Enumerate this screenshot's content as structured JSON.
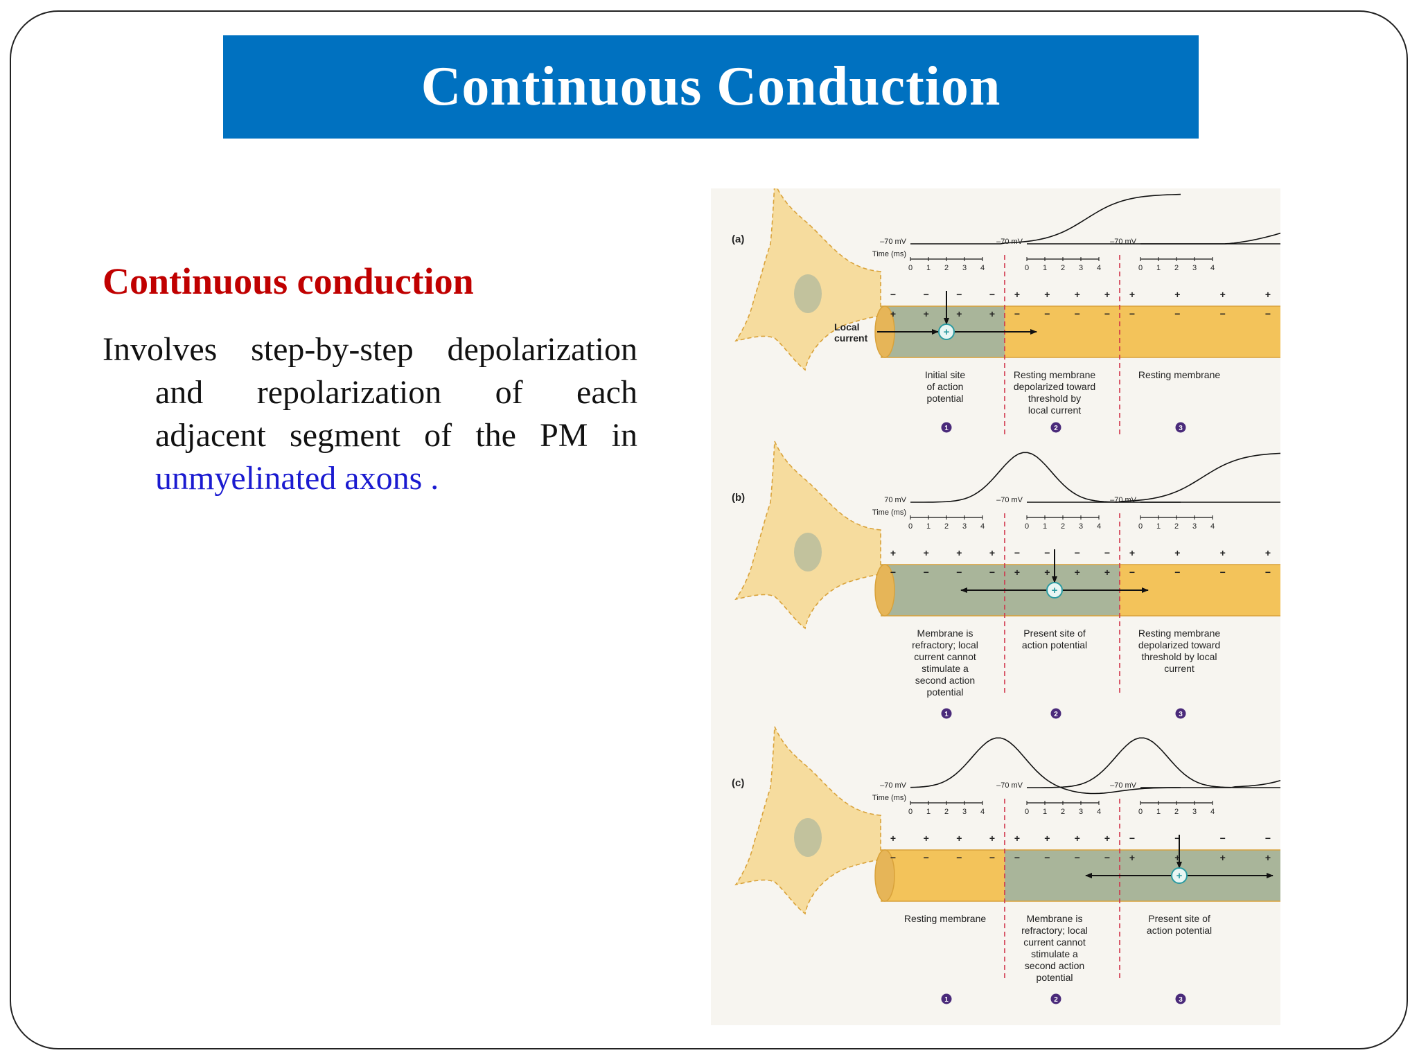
{
  "slide": {
    "title": "Continuous Conduction",
    "subheading": "Continuous conduction",
    "body": {
      "lines": [
        [
          "Involves",
          "step-by-step",
          "depolarization"
        ],
        [
          "and",
          "repolarization",
          "of",
          "each"
        ],
        [
          "adjacent",
          "segment",
          "of",
          "the",
          "PM",
          "in"
        ]
      ],
      "highlight": "unmyelinated axons .",
      "highlight_color": "#1a1ad0"
    }
  },
  "figure": {
    "time_label": "Time (ms)",
    "ticks": [
      "0",
      "1",
      "2",
      "3",
      "4"
    ],
    "local_current": [
      "Local",
      "current"
    ],
    "panels": [
      {
        "id": "(a)",
        "graphs": [
          {
            "label": "–70 mV",
            "trace": "rising"
          },
          {
            "label": "–70 mV",
            "trace": "onset"
          },
          {
            "label": "–70 mV",
            "trace": "flat"
          }
        ],
        "states": [
          "active",
          "resting",
          "resting"
        ],
        "captions": [
          [
            "Initial site",
            "of action",
            "potential"
          ],
          [
            "Resting membrane",
            "depolarized toward",
            "threshold by",
            "local current"
          ],
          [
            "Resting membrane"
          ]
        ],
        "steps": [
          "1",
          "2",
          "3"
        ]
      },
      {
        "id": "(b)",
        "graphs": [
          {
            "label": "70 mV",
            "trace": "spike"
          },
          {
            "label": "–70 mV",
            "trace": "rising"
          },
          {
            "label": "–70 mV",
            "trace": "onset"
          }
        ],
        "states": [
          "refractory",
          "active",
          "resting"
        ],
        "captions": [
          [
            "Membrane is",
            "refractory; local",
            "current cannot",
            "stimulate a",
            "second action",
            "potential"
          ],
          [
            "Present site of",
            "action potential"
          ],
          [
            "Resting membrane",
            "depolarized toward",
            "threshold by local",
            "current"
          ]
        ],
        "steps": [
          "1",
          "2",
          "3"
        ]
      },
      {
        "id": "(c)",
        "graphs": [
          {
            "label": "–70 mV",
            "trace": "full"
          },
          {
            "label": "–70 mV",
            "trace": "spike"
          },
          {
            "label": "–70 mV",
            "trace": "rising"
          }
        ],
        "states": [
          "resting",
          "refractory",
          "active"
        ],
        "captions": [
          [
            "Resting membrane"
          ],
          [
            "Membrane is",
            "refractory; local",
            "current cannot",
            "stimulate a",
            "second action",
            "potential"
          ],
          [
            "Present site of",
            "action potential"
          ]
        ],
        "steps": [
          "1",
          "2",
          "3"
        ]
      }
    ],
    "colors": {
      "axon": "#f3c35a",
      "axon_edge": "#d9a23a",
      "active_segment": "#a9b59a",
      "cell": "#f6dc9e",
      "nucleus": "#b9bd9c",
      "divider": "#d0334a",
      "step_badge": "#4a2a7a",
      "site_marker": "#2a9aa0"
    }
  }
}
